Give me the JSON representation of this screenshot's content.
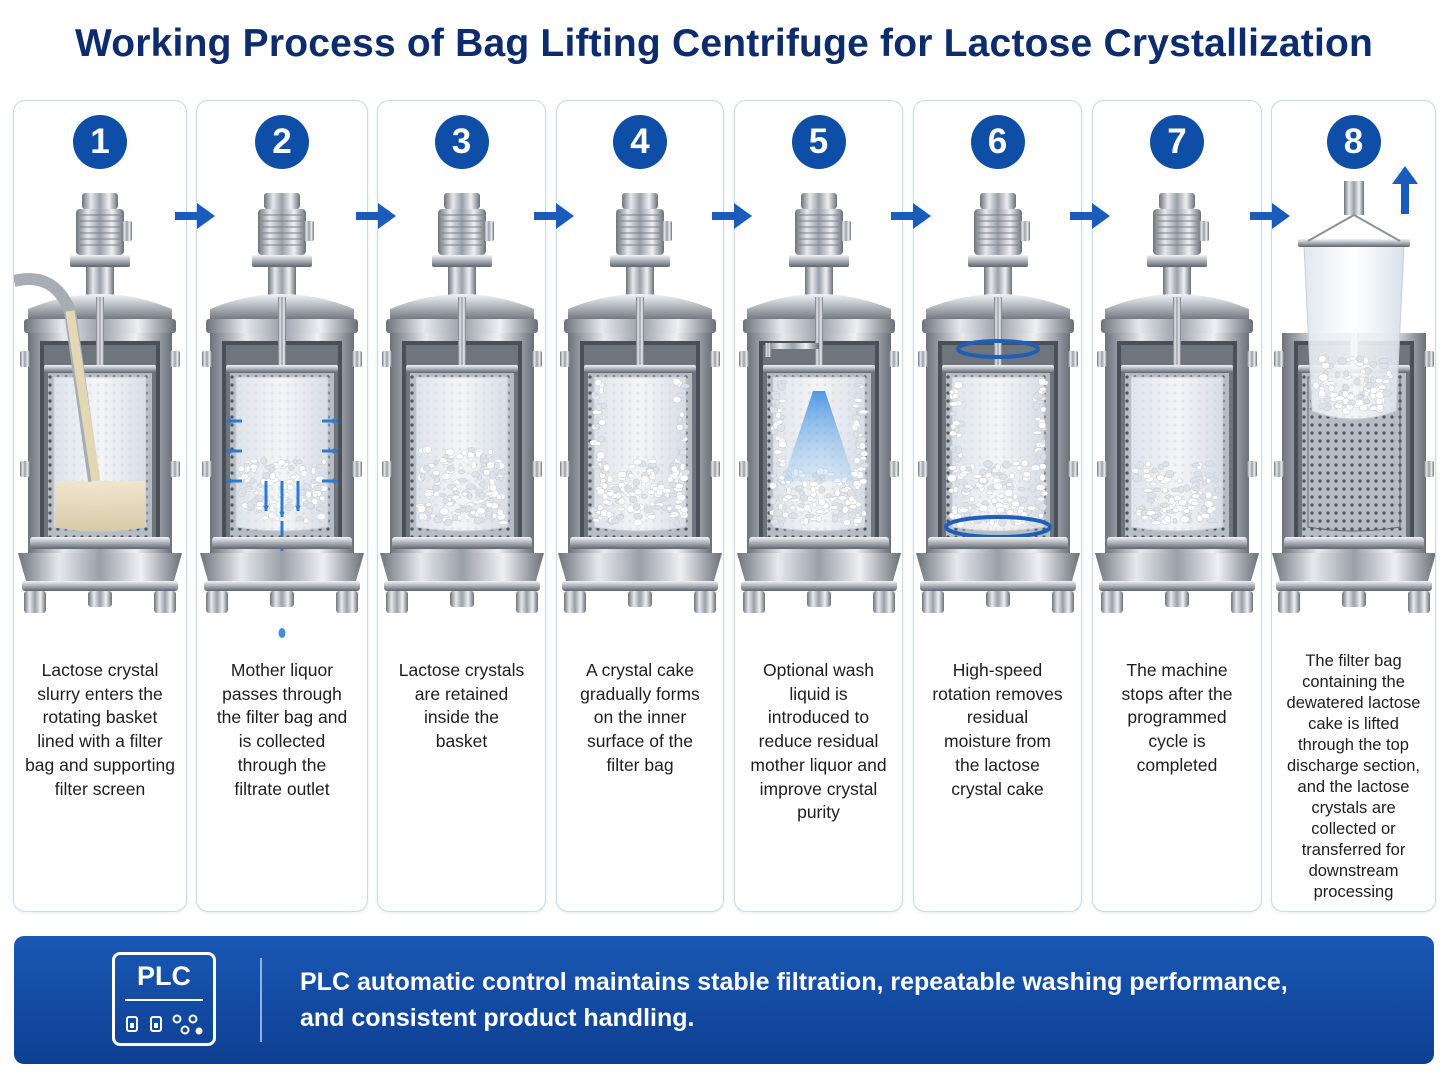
{
  "title": "Working Process of Bag Lifting Centrifuge for Lactose Crystallization",
  "colors": {
    "accent_blue": "#0f4ea6",
    "footer_blue": "#1a58b4",
    "title_navy": "#0d2c6e",
    "panel_border": "#c9d9ee"
  },
  "steps": [
    {
      "number": "1",
      "lines": [
        "Lactose crystal",
        "slurry enters the",
        "rotating basket",
        "lined with a filter",
        "bag and supporting",
        "filter screen"
      ]
    },
    {
      "number": "2",
      "lines": [
        "Mother liquor",
        "passes through",
        "the filter bag and",
        "is collected",
        "through the",
        "filtrate outlet"
      ]
    },
    {
      "number": "3",
      "lines": [
        "Lactose crystals",
        "are retained",
        "inside the",
        "basket"
      ]
    },
    {
      "number": "4",
      "lines": [
        "A crystal cake",
        "gradually forms",
        "on the inner",
        "surface of the",
        "filter bag"
      ]
    },
    {
      "number": "5",
      "lines": [
        "Optional wash",
        "liquid is",
        "introduced to",
        "reduce residual",
        "mother liquor and",
        "improve crystal",
        "purity"
      ]
    },
    {
      "number": "6",
      "lines": [
        "High-speed",
        "rotation removes",
        "residual",
        "moisture from",
        "the lactose",
        "crystal cake"
      ]
    },
    {
      "number": "7",
      "lines": [
        "The machine",
        "stops after the",
        "programmed",
        "cycle is",
        "completed"
      ]
    },
    {
      "number": "8",
      "lines": [
        "The filter bag",
        "containing the",
        "dewatered lactose",
        "cake is lifted",
        "through the top",
        "discharge section,",
        "and the lactose",
        "crystals are",
        "collected or",
        "transferred for",
        "downstream",
        "processing"
      ]
    }
  ],
  "icons": {
    "flow_arrow": "right-arrow-icon",
    "lift_arrow": "up-arrow-icon",
    "plc": "plc-controller-icon"
  },
  "footer": {
    "plc_label": "PLC",
    "text_line1": "PLC automatic control maintains stable filtration, repeatable washing performance,",
    "text_line2": "and consistent product handling."
  }
}
